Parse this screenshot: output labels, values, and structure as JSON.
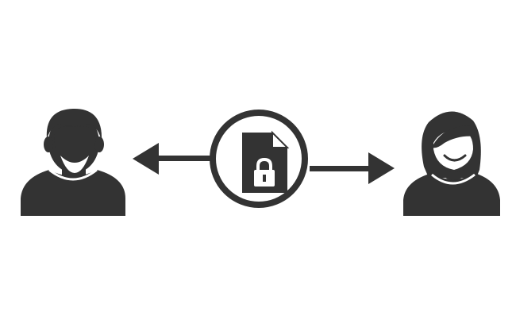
{
  "diagram": {
    "description_nodes": [
      "male-user",
      "secure-file",
      "female-user"
    ],
    "colors": {
      "ink": "#333333",
      "background": "#ffffff"
    },
    "icons": {
      "left_user": "male-user-icon",
      "center": "locked-document-icon",
      "right_user": "female-user-icon",
      "left_arrow": "arrow-left-icon",
      "right_arrow": "arrow-right-icon"
    }
  }
}
